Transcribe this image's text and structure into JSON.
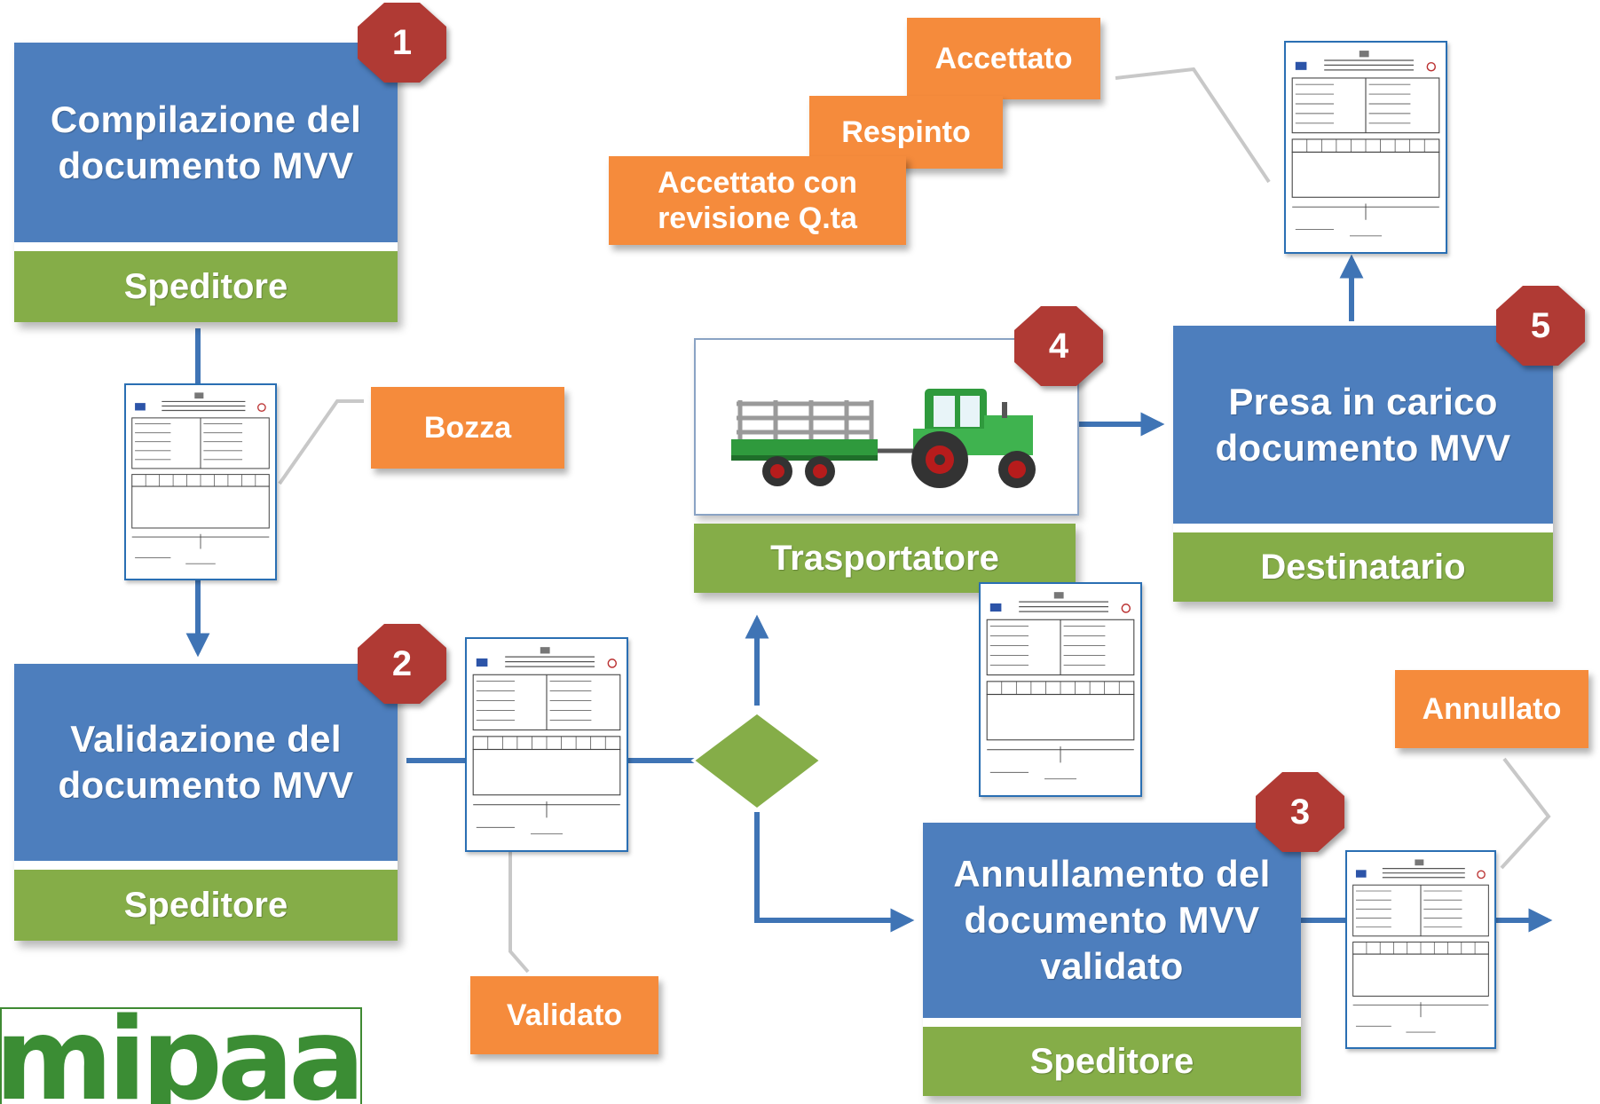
{
  "steps": [
    {
      "number": "1",
      "title": "Compilazione del documento MVV",
      "role": "Speditore"
    },
    {
      "number": "2",
      "title": "Validazione del documento MVV",
      "role": "Speditore"
    },
    {
      "number": "3",
      "title": "Annullamento del documento MVV validato",
      "role": "Speditore"
    },
    {
      "number": "4",
      "title": "",
      "role": "Trasportatore"
    },
    {
      "number": "5",
      "title": "Presa in carico documento MVV",
      "role": "Destinatario"
    }
  ],
  "statuses": {
    "bozza": "Bozza",
    "validato": "Validato",
    "annullato": "Annullato",
    "accettato": "Accettato",
    "respinto": "Respinto",
    "accettato_revisione": "Accettato con revisione Q.ta"
  },
  "logo": {
    "text": "mipaaf"
  },
  "colors": {
    "title_blue": "#4d7ebd",
    "role_green": "#85ad48",
    "status_orange": "#f58b3c",
    "badge_red": "#b03a34",
    "arrow_blue": "#3f74b5",
    "decision_green": "#85ad48",
    "logo_green": "#3b8d34"
  }
}
